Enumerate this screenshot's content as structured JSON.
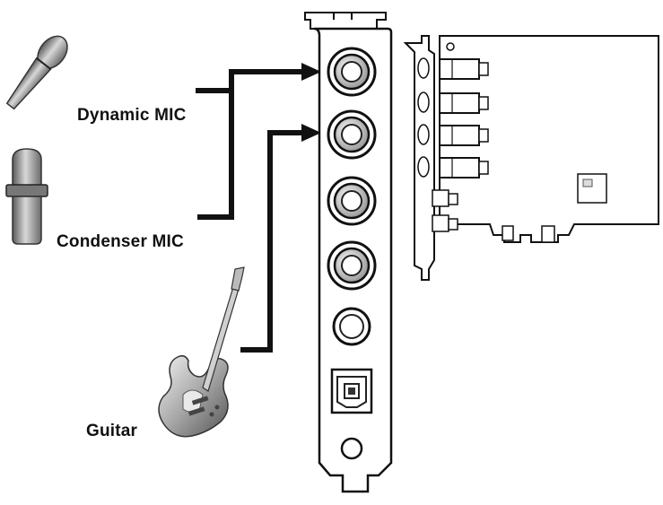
{
  "labels": {
    "dynamic_mic": "Dynamic MIC",
    "condenser_mic": "Condenser MIC",
    "guitar": "Guitar"
  },
  "icons": {
    "dynamic_mic": "dynamic-mic-icon",
    "condenser_mic": "condenser-mic-icon",
    "guitar": "electric-guitar-icon",
    "bracket": "pci-bracket",
    "card": "sound-card-pcb"
  },
  "colors": {
    "line": "#111111",
    "metal": "#8a8a8a",
    "fill": "#ffffff"
  }
}
